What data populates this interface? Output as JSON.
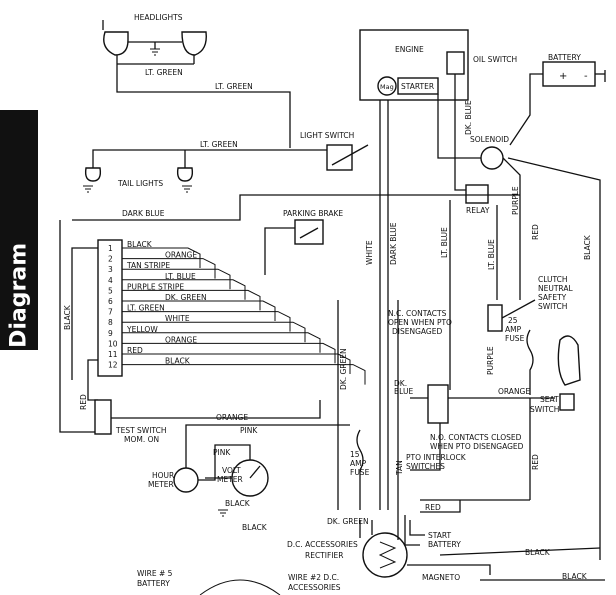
{
  "sidebar": {
    "title": "Wiring Diagram"
  },
  "components": {
    "headlights": "HEADLIGHTS",
    "tail_lights": "TAIL LIGHTS",
    "light_switch": "LIGHT SWITCH",
    "parking_brake": "PARKING BRAKE",
    "engine": "ENGINE",
    "oil_switch": "OIL SWITCH",
    "mag": "Mag",
    "starter": "STARTER",
    "battery_top": "BATTERY",
    "solenoid": "SOLENOID",
    "relay": "RELAY",
    "clutch_switch": [
      "CLUTCH",
      "NEUTRAL",
      "SAFETY",
      "SWITCH"
    ],
    "fuse_25": [
      "25",
      "AMP",
      "FUSE"
    ],
    "fuse_15": [
      "15",
      "AMP",
      "FUSE"
    ],
    "seat_switch": [
      "SEAT",
      "SWITCH"
    ],
    "nc_contacts_open": [
      "N.C. CONTACTS",
      "OPEN WHEN PTO",
      "DISENGAGED"
    ],
    "nc_contacts_closed": [
      "N.O. CONTACTS CLOSED",
      "WHEN PTO DISENGAGED"
    ],
    "pto_interlock": [
      "PTO INTERLOCK",
      "SWITCHES"
    ],
    "test_switch": [
      "TEST SWITCH",
      "MOM. ON"
    ],
    "hour_meter": [
      "HOUR",
      "METER"
    ],
    "volt_meter": [
      "VOLT",
      "METER"
    ],
    "dc_accessories": "D.C. ACCESSORIES",
    "rectifier": "RECTIFIER",
    "start": "START",
    "battery_term": "BATTERY",
    "magneto": "MAGNETO",
    "wire5": [
      "WIRE # 5",
      "BATTERY"
    ],
    "wire2": [
      "WIRE #2 D.C.",
      "ACCESSORIES"
    ],
    "batt_plus": "+",
    "batt_minus": "-"
  },
  "wire_labels": {
    "lt_green_1": "LT. GREEN",
    "lt_green_2": "LT. GREEN",
    "lt_green_3": "LT. GREEN",
    "dark_blue": "DARK BLUE",
    "red_left": "RED",
    "black_left": "BLACK",
    "dk_blue_top": "DK. BLUE",
    "purple_right": "PURPLE",
    "red_right": "RED",
    "black_right": "BLACK",
    "white_vert": "WHITE",
    "dark_blue_vert": "DARK BLUE",
    "lt_blue_vert1": "LT. BLUE",
    "lt_blue_vert2": "LT. BLUE",
    "dk_green_vert": "DK. GREEN",
    "purple_mid": "PURPLE",
    "orange_mid": "ORANGE",
    "dk_blue_mid": [
      "DK.",
      "BLUE"
    ],
    "red_mid": "RED",
    "tan_vert": "TAN",
    "orange_low": "ORANGE",
    "pink_low": "PINK",
    "pink_meter": "PINK",
    "black_meter": "BLACK",
    "black_meter2": "BLACK",
    "dk_green_low": "DK. GREEN",
    "red_low": "RED",
    "black_low": "BLACK",
    "black_low2": "BLACK"
  },
  "connector": {
    "pins": [
      "1",
      "2",
      "3",
      "4",
      "5",
      "6",
      "7",
      "8",
      "9",
      "10",
      "11",
      "12"
    ],
    "wires": [
      "BLACK",
      "ORANGE",
      "TAN STRIPE",
      "LT. BLUE",
      "PURPLE STRIPE",
      "DK. GREEN",
      "LT. GREEN",
      "WHITE",
      "YELLOW",
      "ORANGE",
      "RED",
      "BLACK"
    ]
  }
}
